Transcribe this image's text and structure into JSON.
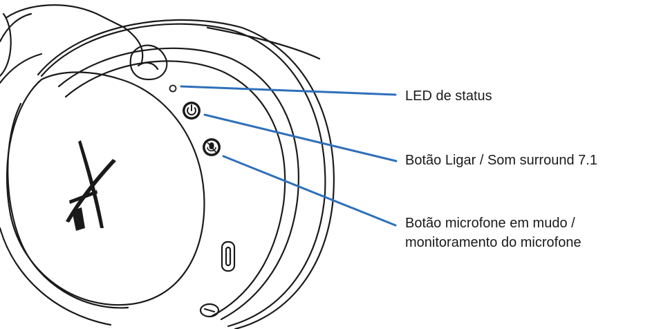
{
  "colors": {
    "leader_line": "#2e6fba",
    "outline": "#1a1a1a",
    "background": "#ffffff"
  },
  "callouts": [
    {
      "id": "status-led",
      "label": "LED de status"
    },
    {
      "id": "power-button",
      "label": "Botão Ligar / Som surround 7.1"
    },
    {
      "id": "mic-mute-button",
      "label_line1": "Botão microfone em mudo /",
      "label_line2": "monitoramento do microfone"
    }
  ],
  "icons": {
    "power": "power-icon",
    "mic_mute": "mic-mute-icon",
    "usb_port": "usb-c-port-icon",
    "logo": "hyperx-logo"
  }
}
